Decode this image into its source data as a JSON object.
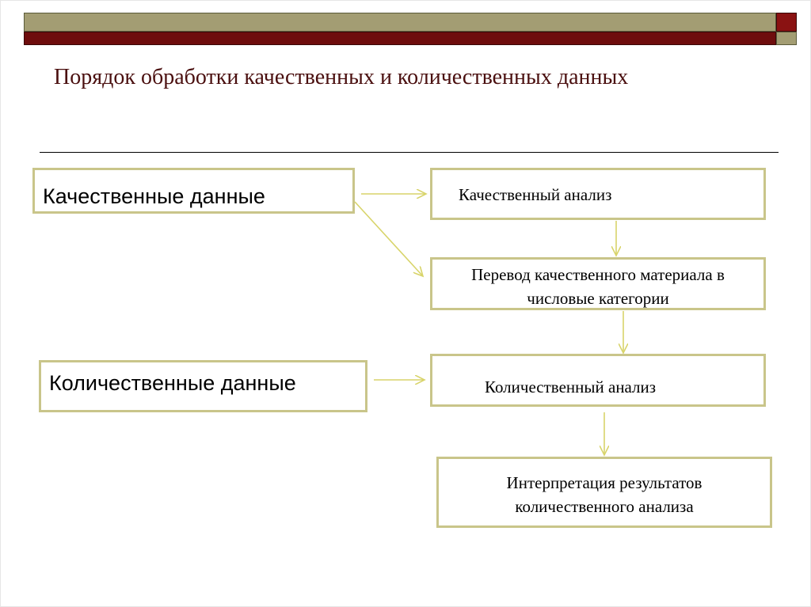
{
  "title": "Порядок обработки качественных и количественных данных",
  "colors": {
    "box_border": "#c9c58a",
    "arrow": "#d8d46a",
    "header_olive": "#a39d73",
    "header_maroon": "#6e0d0d",
    "title_text": "#4a0f0f"
  },
  "nodes": {
    "qualitative_data": "Качественные данные",
    "quantitative_data": "Количественные данные",
    "qualitative_analysis": "Качественный анализ",
    "translation": "Перевод качественного материала в числовые категории",
    "quantitative_analysis": "Количественный анализ",
    "interpretation": "Интерпретация результатов количественного анализа"
  },
  "edges": [
    {
      "from": "qualitative_data",
      "to": "qualitative_analysis"
    },
    {
      "from": "qualitative_data",
      "to": "translation"
    },
    {
      "from": "qualitative_analysis",
      "to": "translation"
    },
    {
      "from": "translation",
      "to": "quantitative_analysis"
    },
    {
      "from": "quantitative_data",
      "to": "quantitative_analysis"
    },
    {
      "from": "quantitative_analysis",
      "to": "interpretation"
    }
  ]
}
